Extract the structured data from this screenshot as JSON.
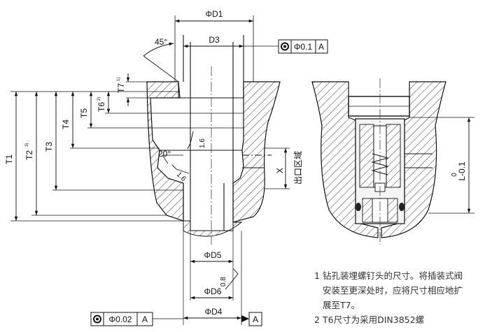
{
  "dimensions": {
    "d1": "ΦD1",
    "d3": "D3",
    "d4": "ΦD4",
    "d5": "ΦD5",
    "d6": "ΦD6",
    "angle45": "45°",
    "angle20": "20°",
    "rough16a": "1.6",
    "rough16b": "1.6",
    "rough08": "0.8",
    "t1": "T1",
    "t2": "T2",
    "t2_sup": "3)",
    "t3": "T3",
    "t4": "T4",
    "t5": "T5",
    "t6": "T6",
    "t6_sup": "2)",
    "t7": "T7",
    "t7_sup": "1)",
    "x": "X",
    "outlet": "出口区域",
    "l_zero": "0",
    "l_tol": "L-0.1"
  },
  "tolerances": {
    "top": {
      "value": "Φ0.1",
      "datum": "A"
    },
    "bottom": {
      "value": "Φ0.02",
      "datum": "A"
    },
    "datum_label": "A"
  },
  "notes": [
    {
      "num": "1",
      "lines": [
        "钻孔装埋螺钉头的尺寸。将插装式阀",
        "安装至更深处时，应将尺寸相应地扩",
        "展至T7。"
      ]
    },
    {
      "num": "2",
      "lines": [
        "T6尺寸为采用DIN3852螺"
      ]
    }
  ]
}
